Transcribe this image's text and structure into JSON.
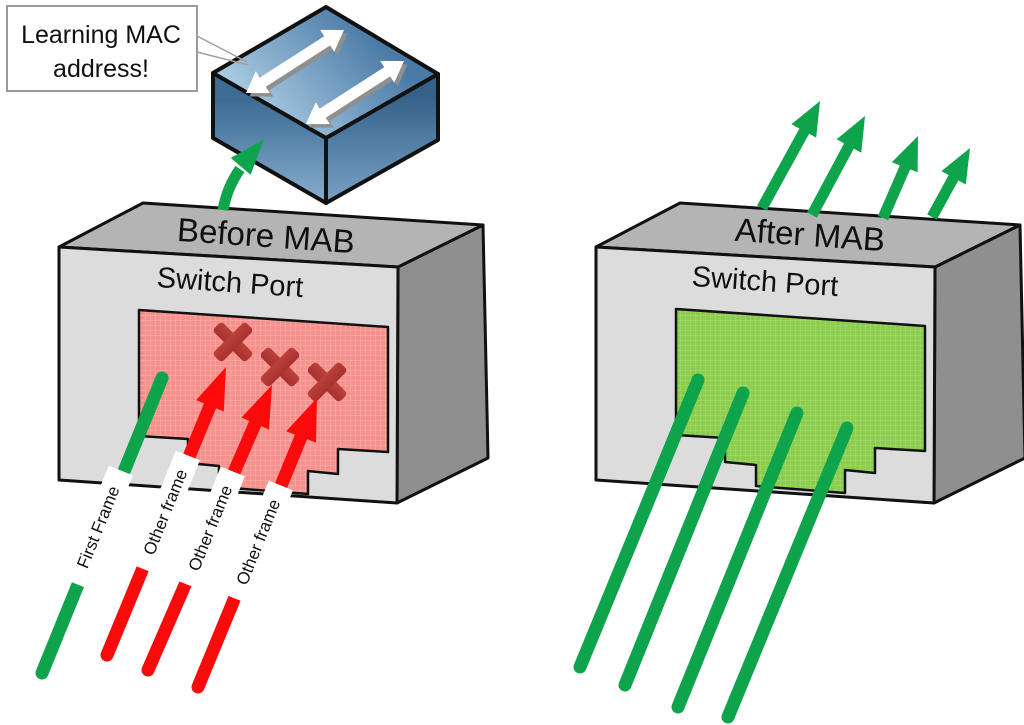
{
  "callout": {
    "lines": [
      "Learning MAC",
      "address!"
    ]
  },
  "icons": {
    "switch": "network-switch-3d-icon",
    "blocked": "x-mark-icon",
    "allowed_frame": "green-arrow-icon",
    "blocked_frame": "red-arrow-icon"
  },
  "panels": {
    "before": {
      "top_label": "Before MAB",
      "front_label": "Switch Port",
      "port_state": "blocking",
      "port_color": "#f5908c",
      "blocked_mark_count": 3,
      "frames": [
        {
          "label": "First Frame",
          "color": "#0ea44b"
        },
        {
          "label": "Other frame",
          "color": "#fa0a0a"
        },
        {
          "label": "Other frame",
          "color": "#fa0a0a"
        },
        {
          "label": "Other frame",
          "color": "#fa0a0a"
        }
      ]
    },
    "after": {
      "top_label": "After MAB",
      "front_label": "Switch Port",
      "port_state": "forwarding",
      "port_color": "#8ccd4d",
      "passing_frame_count": 4,
      "frame_color": "#0ea44b"
    }
  },
  "colors": {
    "allowed_green": "#0ea44b",
    "blocked_red": "#fa0a0a",
    "x_mark_red_top": "#d65847",
    "x_mark_red_bottom": "#8a1b20",
    "box_front_gray": "#dcdcdc",
    "box_top_gray": "#b4b4b4",
    "box_side_gray": "#8f8f8f",
    "switch_blue_light": "#b0d0e6",
    "switch_blue_dark": "#35618a",
    "outline_black": "#111111"
  }
}
